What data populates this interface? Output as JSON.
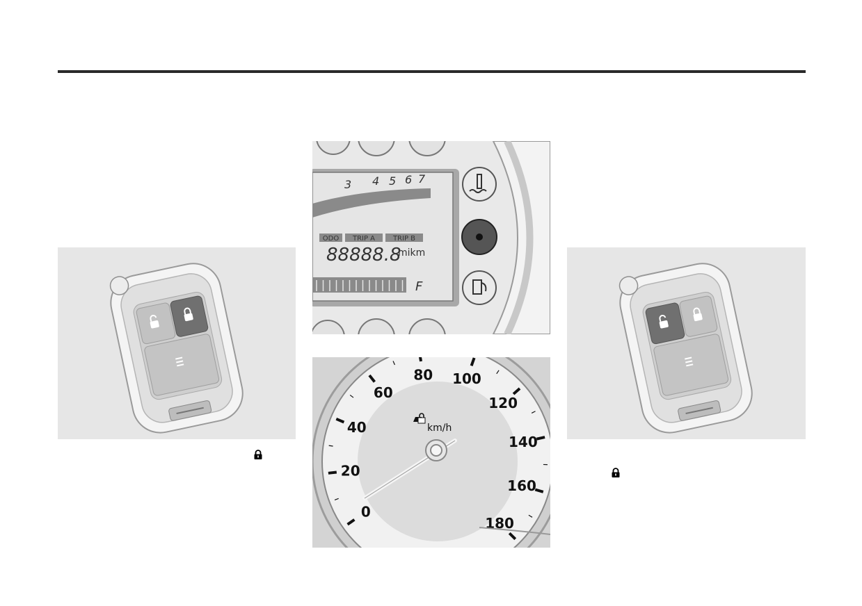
{
  "figures": {
    "key_left": {
      "highlighted_button": "lock"
    },
    "key_right": {
      "highlighted_button": "unlock"
    },
    "instrument_lcd": {
      "tach_numbers": [
        "3",
        "4",
        "5",
        "6",
        "7"
      ],
      "mode_labels": [
        "ODO",
        "TRIP A",
        "TRIP B"
      ],
      "odometer_digits": "88888.8",
      "unit_label": "mikm",
      "fuel_full_label": "F"
    },
    "speedometer": {
      "unit": "km/h",
      "scale": [
        "0",
        "20",
        "40",
        "60",
        "80",
        "100",
        "120",
        "140",
        "160",
        "180"
      ],
      "needle_value": 0
    }
  },
  "icons": {
    "inline_left": "lock-icon",
    "inline_right": "lock-icon"
  }
}
